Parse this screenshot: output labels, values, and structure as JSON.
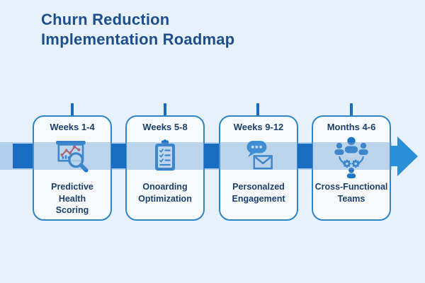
{
  "title": {
    "text": "Churn Reduction\nImplementation Roadmap"
  },
  "stages": [
    {
      "period": "Weeks 1-4",
      "label": "Predictive\nHealth\nScoring",
      "icon": "chart-magnifier-icon"
    },
    {
      "period": "Weeks 5-8",
      "label": "Onoarding\nOptimization",
      "icon": "clipboard-checklist-icon"
    },
    {
      "period": "Weeks 9-12",
      "label": "Personalzed\nEngagement",
      "icon": "chat-envelope-icon"
    },
    {
      "period": "Months 4-6",
      "label": "Cross-Functional\nTeams",
      "icon": "team-gears-icon"
    }
  ],
  "colors": {
    "background": "#e7f1fb",
    "title_text": "#1d4f8c",
    "card_text": "#1d3f6b",
    "card_border": "#2d85c8",
    "card_fill": "#f6fafd",
    "timeline_dark": "#1a6cc2",
    "timeline_light": "#aacde9",
    "arrow": "#2990d8",
    "icon_blue": "#1e74c5",
    "chart_line_red": "#d63c3c"
  }
}
